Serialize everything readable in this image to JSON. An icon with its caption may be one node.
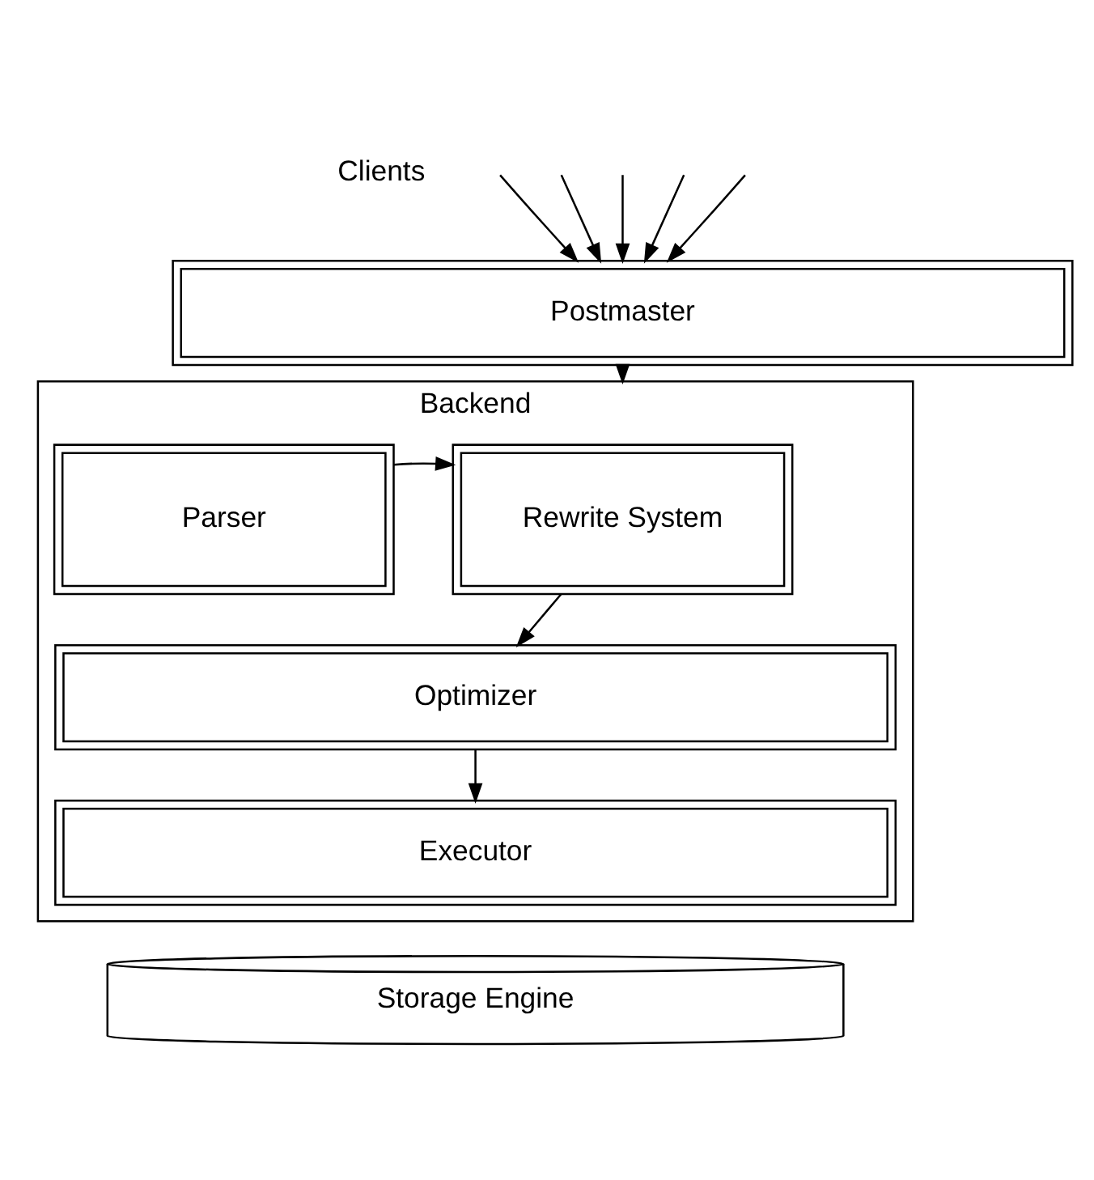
{
  "diagram": {
    "nodes": [
      {
        "text": [
          "Postmaster"
        ]
      },
      {
        "text": [
          "Backend"
        ]
      },
      {
        "text": [
          "Rewrite System"
        ],
        "in": 1
      },
      {
        "text": [
          "Parser"
        ],
        "in": 1
      },
      {
        "text": [
          "Optimizer"
        ],
        "in": 1
      },
      {
        "text": [
          "Executor"
        ],
        "in": 1
      },
      {
        "text": [
          "Storage Engine"
        ]
      }
    ],
    "edges": [
      {
        "from": null,
        "to": 0,
        "arrow": "to"
      },
      {
        "from": null,
        "to": 0,
        "arrow": "to"
      },
      {
        "from": null,
        "to": 0,
        "arrow": "to"
      },
      {
        "from": null,
        "to": 0,
        "arrow": "to"
      },
      {
        "from": null,
        "to": 0,
        "arrow": "to"
      },
      {
        "from": 0,
        "to": 1,
        "arrow": "to"
      },
      {
        "from": 3,
        "to": 2,
        "arrow": "to"
      },
      {
        "from": 2,
        "to": 4,
        "arrow": "to"
      },
      {
        "from": 4,
        "to": 5,
        "arrow": "to"
      }
    ],
    "labels": [
      "Clients"
    ]
  }
}
